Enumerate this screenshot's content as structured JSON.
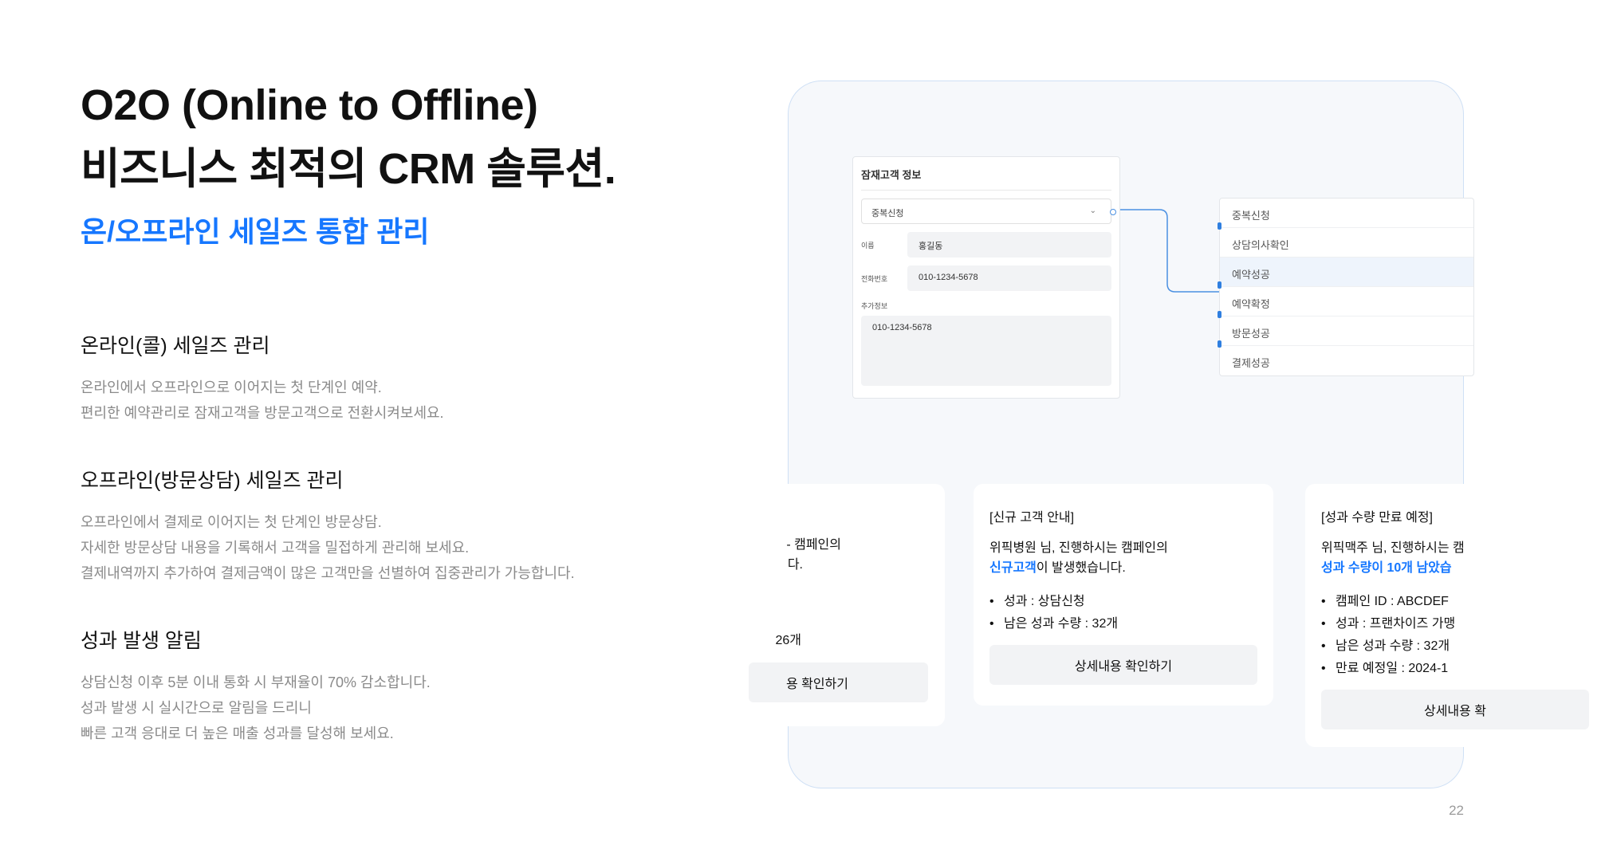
{
  "headline": {
    "line1": "O2O (Online to Offline)",
    "line2": "비즈니스 최적의 CRM 솔루션."
  },
  "subhead": "온/오프라인 세일즈 통합 관리",
  "sections": [
    {
      "title": "온라인(콜) 세일즈 관리",
      "lines": [
        "온라인에서 오프라인으로 이어지는 첫 단계인 예약.",
        "편리한 예약관리로 잠재고객을 방문고객으로 전환시켜보세요."
      ]
    },
    {
      "title": "오프라인(방문상담) 세일즈 관리",
      "lines": [
        "오프라인에서 결제로 이어지는 첫 단계인 방문상담.",
        "자세한 방문상담 내용을 기록해서 고객을 밀접하게 관리해 보세요.",
        "결제내역까지 추가하여 결제금액이 많은 고객만을 선별하여 집중관리가 가능합니다."
      ]
    },
    {
      "title": "성과 발생 알림",
      "lines": [
        "상담신청 이후 5분 이내 통화 시 부재율이 70% 감소합니다.",
        "성과 발생 시 실시간으로 알림을 드리니",
        "빠른 고객 응대로 더 높은 매출 성과를 달성해 보세요."
      ]
    }
  ],
  "page_number": "22",
  "form": {
    "title": "잠재고객 정보",
    "select_value": "중복신청",
    "name_label": "이름",
    "name_value": "홍길동",
    "phone_label": "전화번호",
    "phone_value": "010-1234-5678",
    "extra_label": "추가정보",
    "extra_value": "010-1234-5678"
  },
  "status_options": [
    "중복신청",
    "상담의사확인",
    "예약성공",
    "예약확정",
    "방문성공",
    "결제성공"
  ],
  "status_active_index": 2,
  "alert_cards": [
    {
      "line1_end": "- 캠페인의",
      "line2_end": "다.",
      "item_end": "26개",
      "button_end": "용 확인하기"
    },
    {
      "title": "[신규 고객 안내]",
      "line1": "위픽병원 님, 진행하시는 캠페인의",
      "highlight": "신규고객",
      "line2_rest": "이 발생했습니다.",
      "items": [
        "성과 : 상담신청",
        "남은 성과 수량 : 32개"
      ],
      "button": "상세내용 확인하기"
    },
    {
      "title": "[성과 수량 만료 예정]",
      "line1": "위픽맥주 님, 진행하시는 캠",
      "highlight": "성과 수량이 10개 남았습",
      "items": [
        "캠페인 ID : ABCDEF",
        "성과 : 프랜차이즈 가맹",
        "남은 성과 수량 : 32개",
        "만료 예정일 : 2024-1"
      ],
      "button": "상세내용 확"
    }
  ],
  "colors": {
    "accent": "#1677ff",
    "panel_bg": "#f6f8fb",
    "panel_border": "#cfe0f5",
    "connector": "#4a90e2"
  }
}
